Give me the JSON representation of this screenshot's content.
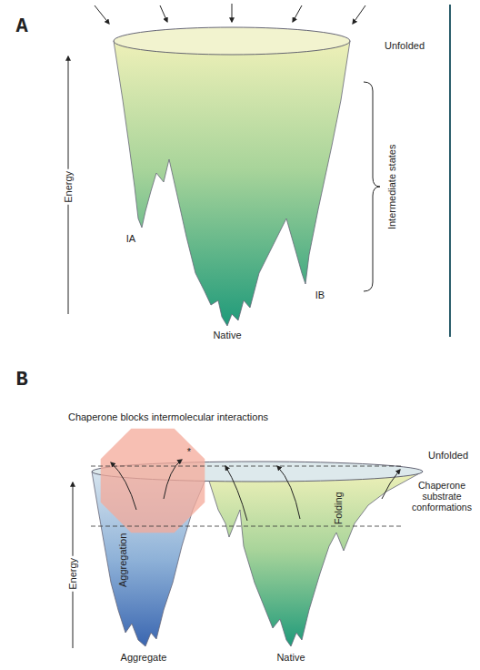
{
  "diagram": {
    "labels": [
      "A",
      "Energy",
      "Unfolded",
      "Intermediate states",
      "IA",
      "IB",
      "Native",
      "B",
      "Chaperone blocks intermolecular interactions",
      "Energy",
      "Unfolded",
      "Chaperone substrate conformations",
      "Aggregation",
      "Folding",
      "*",
      "Aggregate",
      "Native"
    ]
  }
}
